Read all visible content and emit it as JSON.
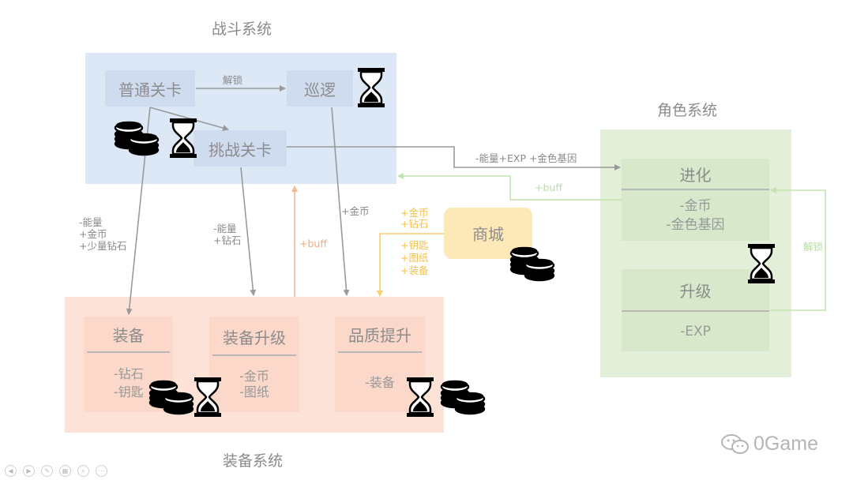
{
  "titles": {
    "battle": "战斗系统",
    "character": "角色系统",
    "equipment": "装备系统"
  },
  "battle": {
    "normal": "普通关卡",
    "patrol": "巡逻",
    "challenge": "挑战关卡",
    "overlap_label": "解锁"
  },
  "equipment_cards": [
    {
      "title": "装备",
      "lines": [
        "-钻石",
        "-钥匙"
      ]
    },
    {
      "title": "装备升级",
      "lines": [
        "-金币",
        "-图纸"
      ]
    },
    {
      "title": "品质提升",
      "lines": [
        "-装备"
      ]
    }
  ],
  "character_cards": [
    {
      "title": "进化",
      "lines": [
        "-金币",
        "-金色基因"
      ]
    },
    {
      "title": "升级",
      "lines": [
        "-EXP"
      ]
    }
  ],
  "shop": {
    "label": "商城"
  },
  "edge_labels": {
    "unlock_patrol": "解锁",
    "to_character": "-能量+EXP +金色基因",
    "buff_green": "+buff",
    "unlock_right": "解锁",
    "equip_cost": [
      "-能量",
      "+金币",
      "+少量钻石"
    ],
    "challenge_cost": [
      "-能量",
      "+钻石"
    ],
    "buff_orange": "+buff",
    "patrol_gold": "+金币",
    "shop_currency": [
      "+金币",
      "+钻石"
    ],
    "shop_items": [
      "+钥匙",
      "+图纸",
      "+装备"
    ]
  },
  "icons": [
    "coin-stack-icon",
    "hourglass-icon"
  ],
  "colors": {
    "battle_bg": "#dce8f6",
    "battle_box": "#cfdcef",
    "equipment_bg": "#fde3d7",
    "equipment_card": "#fbd8c9",
    "character_bg": "#e3efd9",
    "character_card": "#d7e8cb",
    "shop_bg": "#fde8b8",
    "arrow_gray": "#9a9a9a",
    "arrow_orange": "#f7b898",
    "arrow_yellow": "#f7cf6e",
    "arrow_green": "#c2e2b0"
  },
  "watermark": "0Game"
}
